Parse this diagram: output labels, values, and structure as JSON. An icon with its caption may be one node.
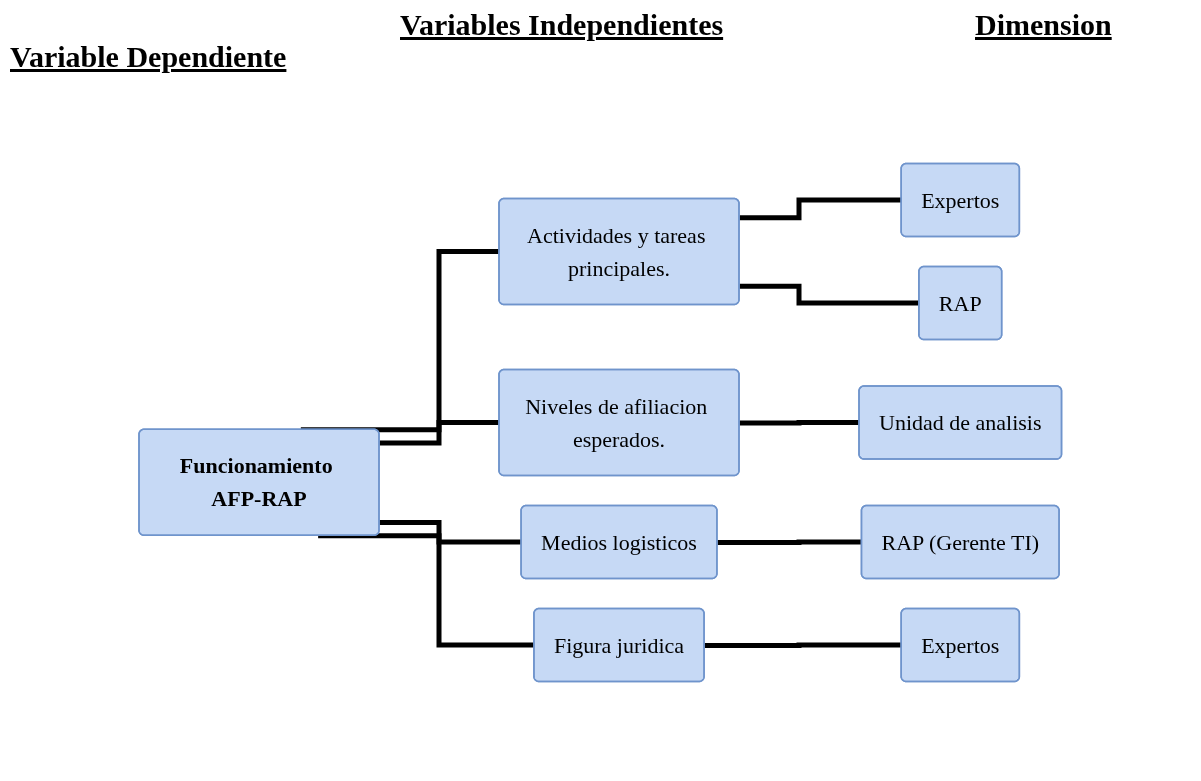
{
  "diagram": {
    "nodes": [
      {
        "text": [
          "Funcionamiento AFP-RAP"
        ]
      },
      {
        "text": [
          "Actividades y tareas principales."
        ]
      },
      {
        "text": [
          "Niveles de afiliacion esperados."
        ]
      },
      {
        "text": [
          "Medios logisticos"
        ]
      },
      {
        "text": [
          "Figura juridica"
        ]
      },
      {
        "text": [
          "Expertos"
        ]
      },
      {
        "text": [
          "RAP"
        ]
      },
      {
        "text": [
          "Unidad de analisis"
        ]
      },
      {
        "text": [
          "RAP (Gerente TI)"
        ]
      },
      {
        "text": [
          "Expertos"
        ]
      }
    ],
    "edges": [
      {
        "from": 0,
        "to": 1,
        "arrow": "none"
      },
      {
        "from": 0,
        "to": 2,
        "arrow": "none"
      },
      {
        "from": 0,
        "to": 3,
        "arrow": "none"
      },
      {
        "from": 0,
        "to": 4,
        "arrow": "none"
      },
      {
        "from": 1,
        "to": 5,
        "arrow": "none"
      },
      {
        "from": 1,
        "to": 6,
        "arrow": "none"
      },
      {
        "from": 2,
        "to": 7,
        "arrow": "none"
      },
      {
        "from": 3,
        "to": 8,
        "arrow": "none"
      },
      {
        "from": 4,
        "to": 9,
        "arrow": "none"
      }
    ],
    "labels": [
      "Variables Independientes",
      "Dimension",
      "Variable Dependiente"
    ]
  }
}
